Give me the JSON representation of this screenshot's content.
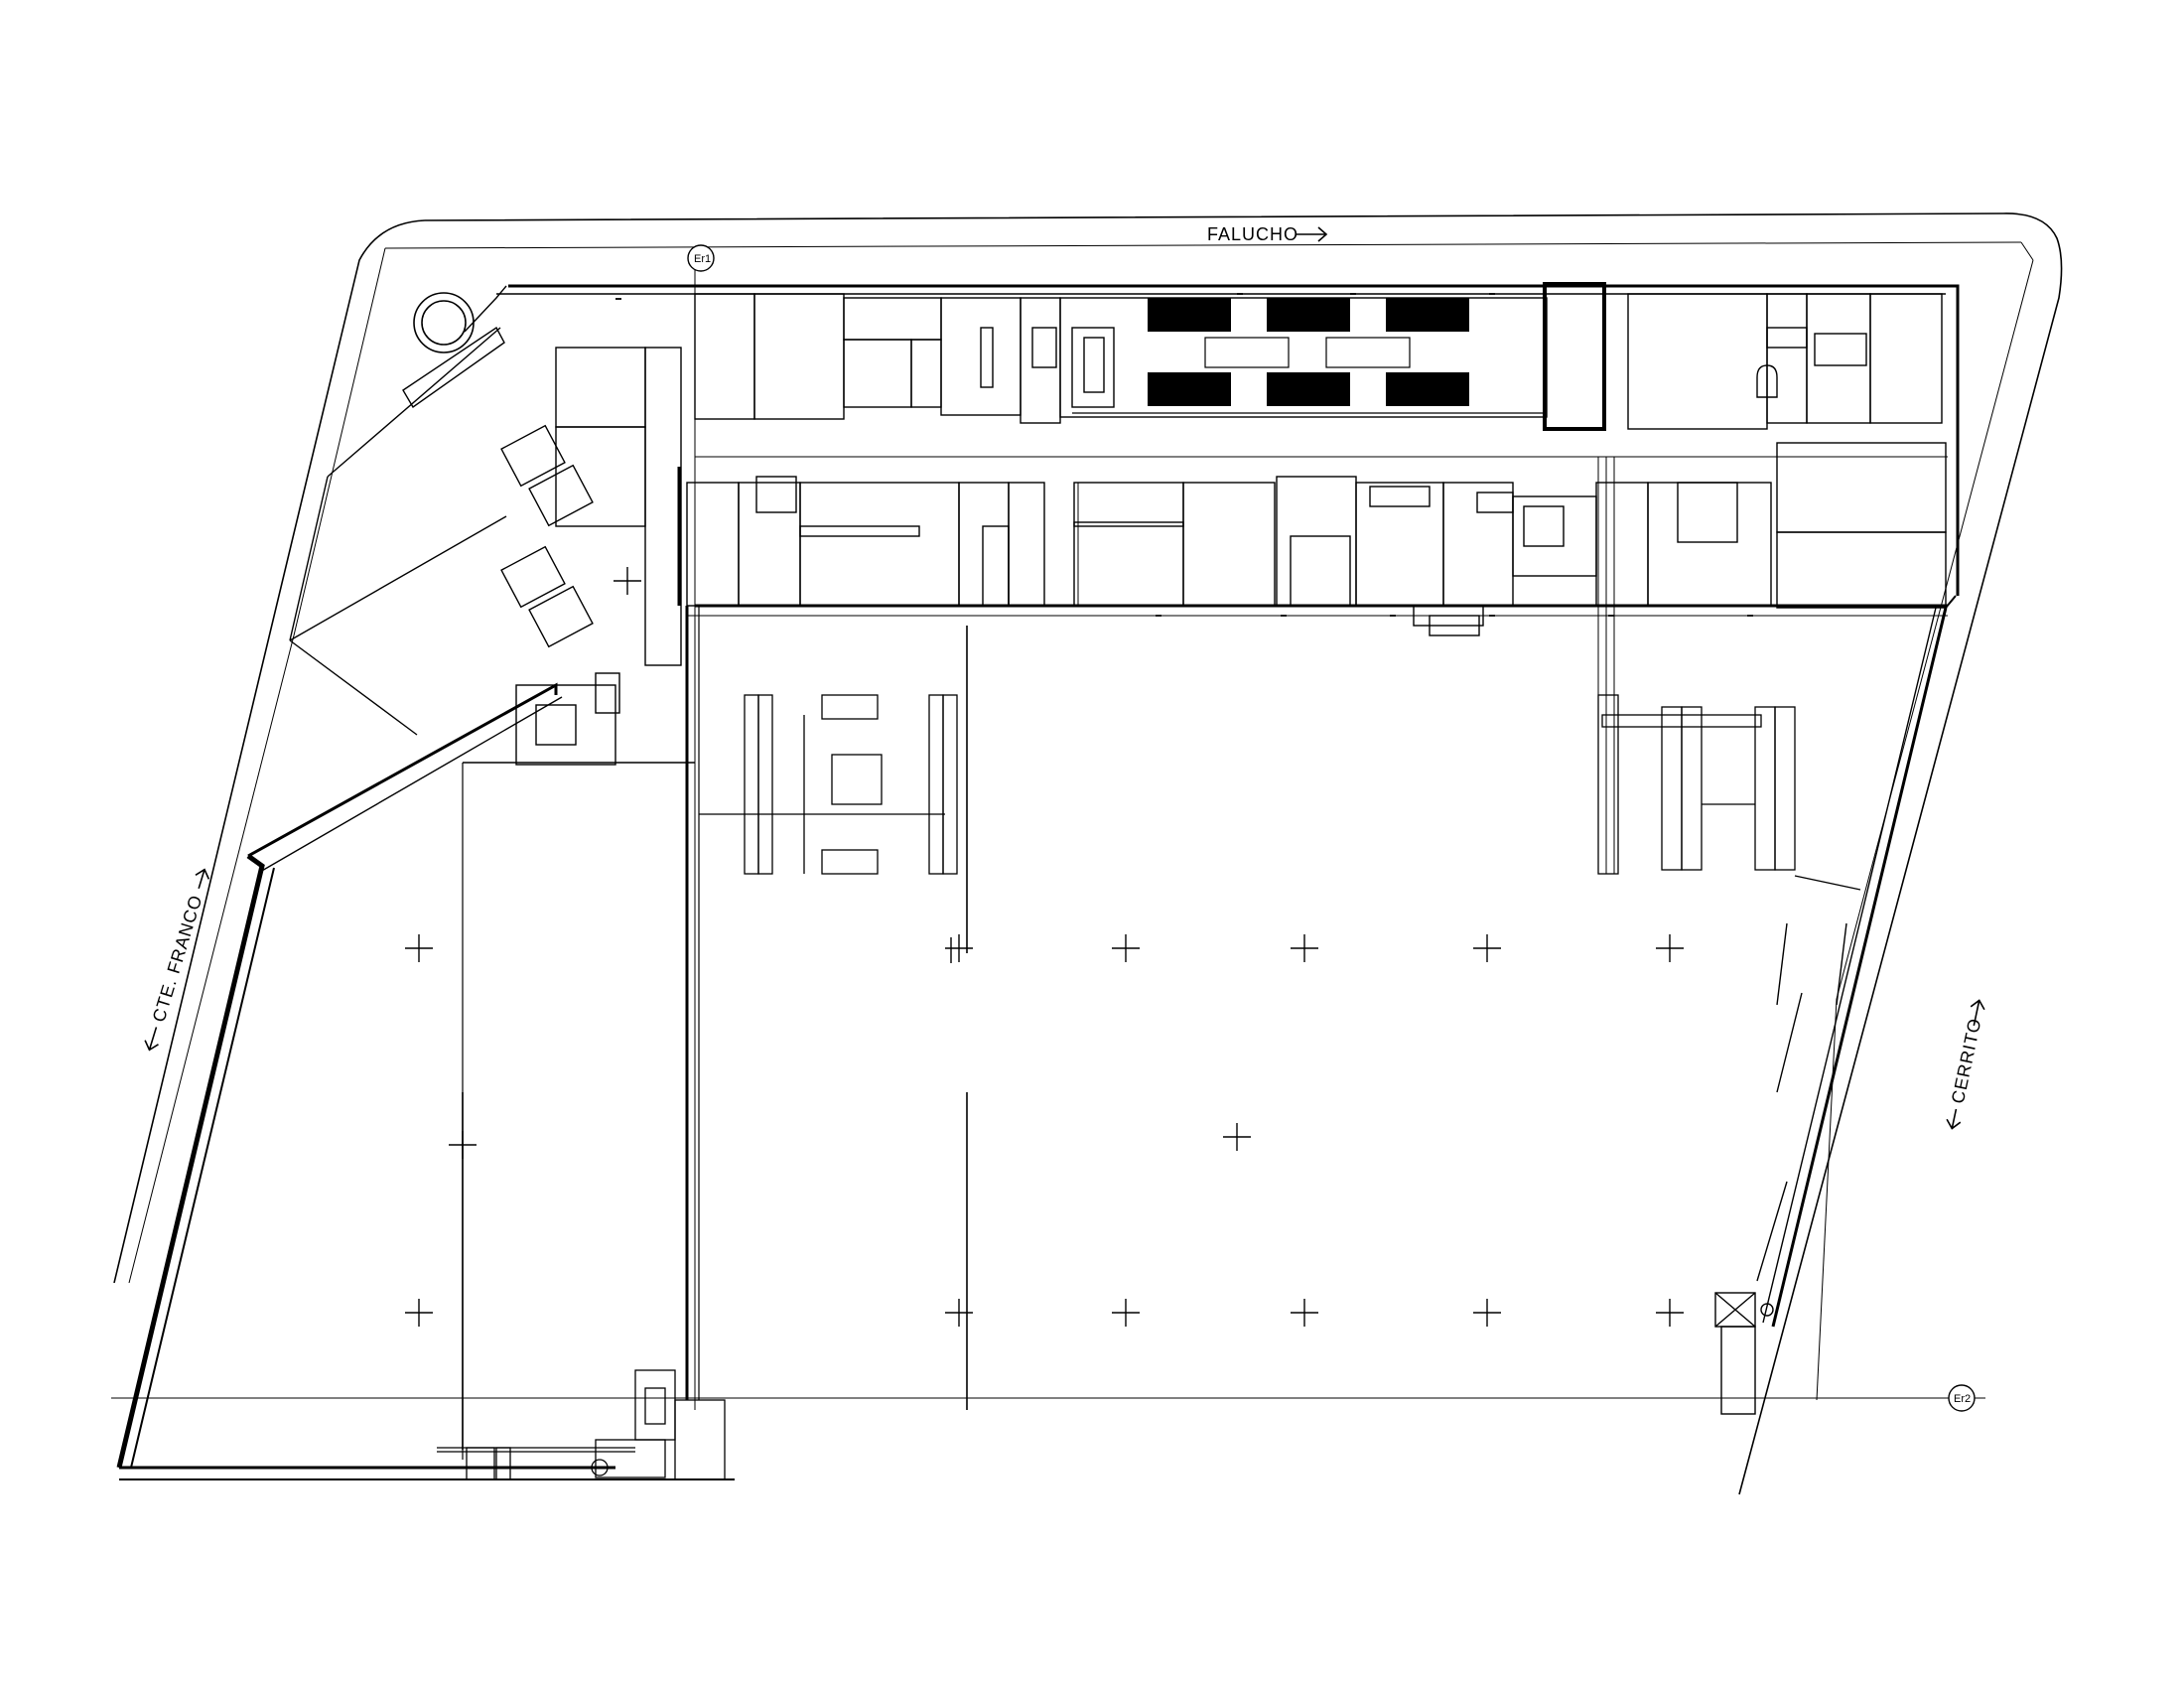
{
  "streets": {
    "top": "FALUCHO",
    "left": "CTE. FRANCO",
    "right": "CERRITO"
  },
  "grid_bubbles": {
    "b1": "Er1",
    "b2": "Er2"
  }
}
